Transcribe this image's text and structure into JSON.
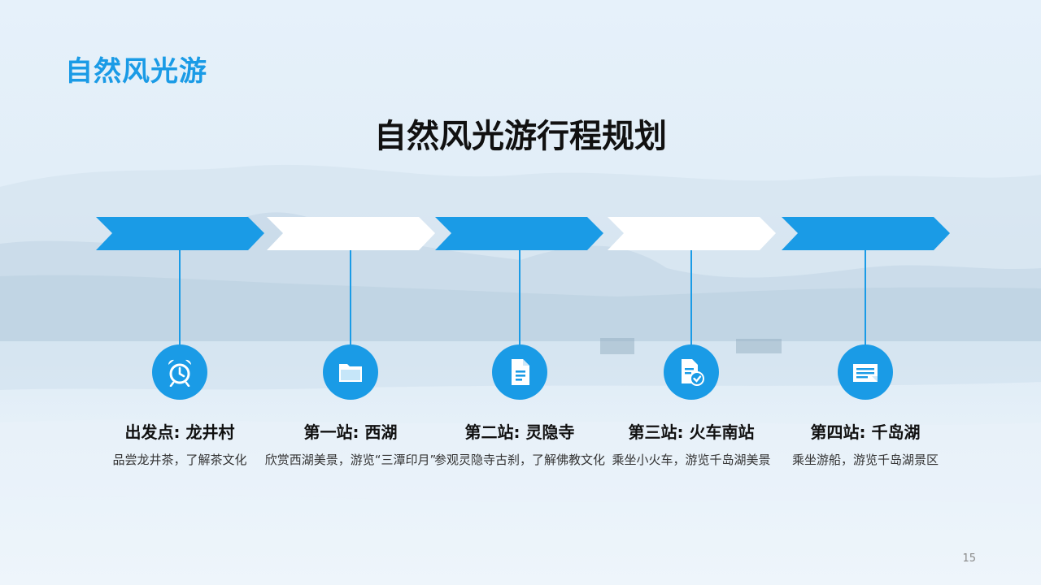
{
  "header": {
    "corner_title": "自然风光游",
    "main_title": "自然风光游行程规划"
  },
  "stages": [
    {
      "title": "出发点: 龙井村",
      "desc": "品尝龙井茶，了解茶文化",
      "icon": "alarm-clock-icon"
    },
    {
      "title": "第一站: 西湖",
      "desc": "欣赏西湖美景，游览“三潭印月”",
      "icon": "folder-icon"
    },
    {
      "title": "第二站: 灵隐寺",
      "desc": "参观灵隐寺古刹，了解佛教文化",
      "icon": "document-icon"
    },
    {
      "title": "第三站: 火车南站",
      "desc": "乘坐小火车，游览千岛湖美景",
      "icon": "document-check-icon"
    },
    {
      "title": "第四站: 千岛湖",
      "desc": "乘坐游船，游览千岛湖景区",
      "icon": "newspaper-icon"
    }
  ],
  "colors": {
    "accent": "#1a9be6",
    "white_arrow": "#ffffff"
  },
  "footer": {
    "page_number": "15"
  }
}
